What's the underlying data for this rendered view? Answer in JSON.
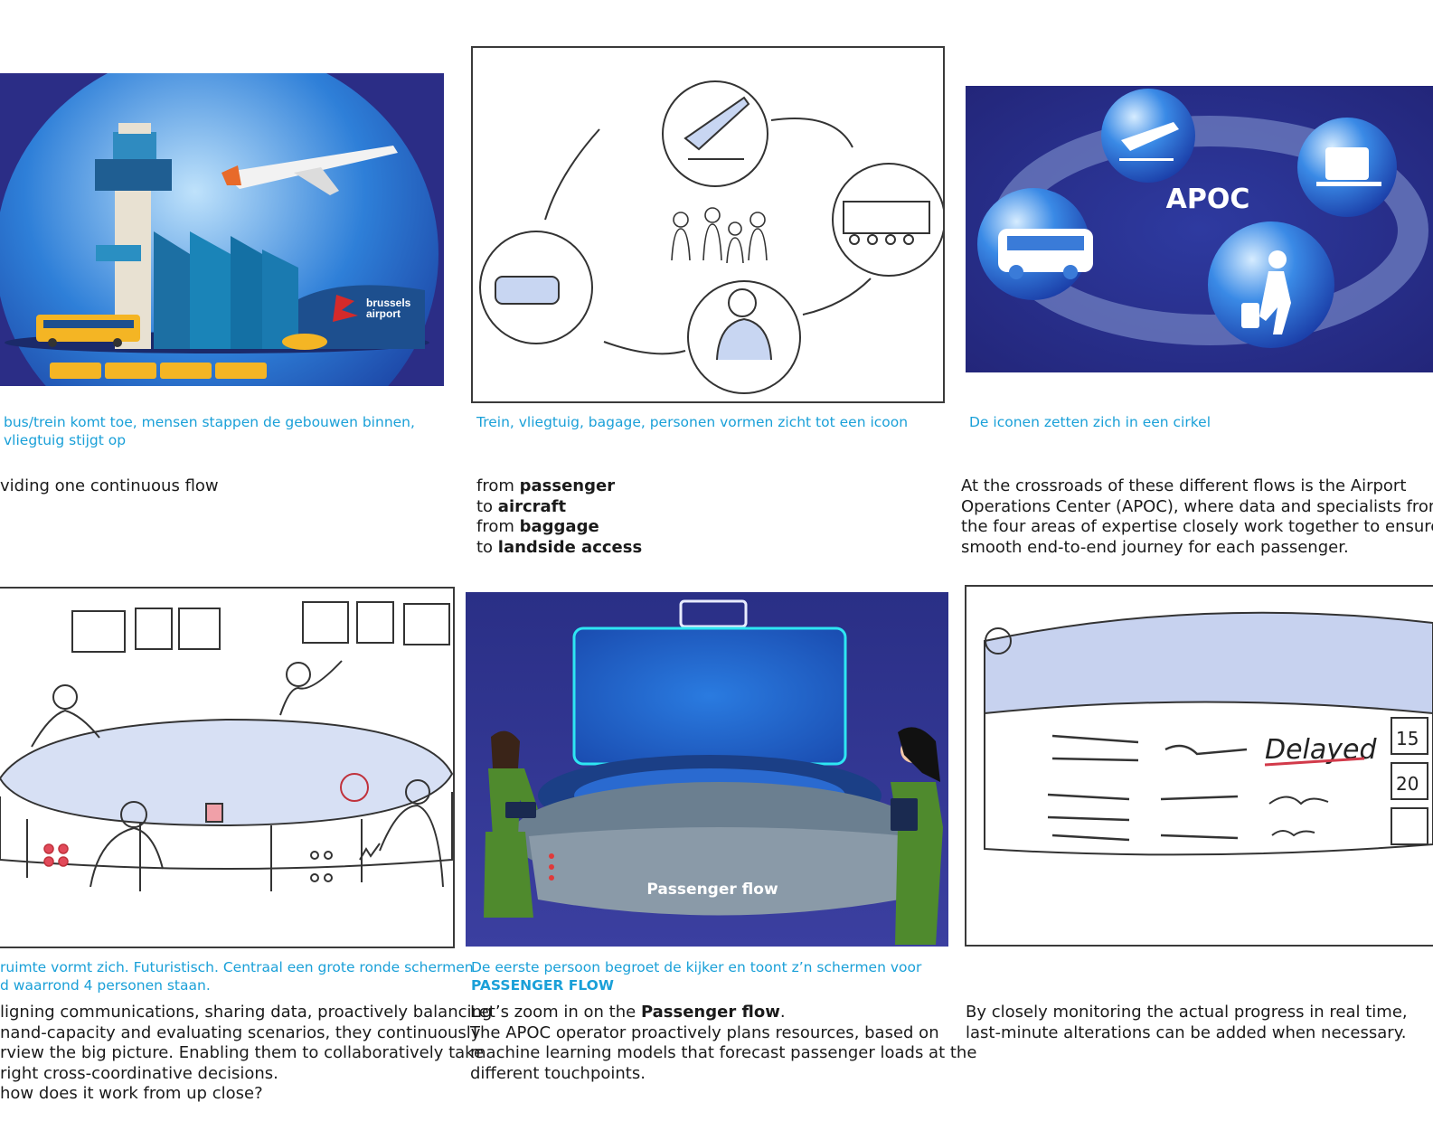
{
  "panels": [
    {
      "caption": [
        "bus/trein komt toe, mensen stappen de gebouwen binnen,",
        "vliegtuig stijgt op"
      ],
      "text": [
        "viding one continuous flow"
      ],
      "logo_text": [
        "brussels",
        "airport"
      ]
    },
    {
      "caption": [
        "Trein, vliegtuig, bagage, personen vormen zicht tot een icoon"
      ],
      "text": [
        {
          "pre": "from ",
          "bold": "passenger"
        },
        {
          "pre": "to ",
          "bold": "aircraft"
        },
        {
          "pre": "from ",
          "bold": "baggage"
        },
        {
          "pre": "to ",
          "bold": "landside access"
        }
      ]
    },
    {
      "caption": [
        "De iconen zetten zich in een cirkel"
      ],
      "ring_label": "APOC",
      "text": [
        "At the crossroads of these different flows is the Airport",
        "Operations Center (APOC), where data and specialists from",
        "the four areas of expertise closely work together to ensure a",
        "smooth end-to-end journey for each passenger."
      ]
    },
    {
      "caption": [
        "ruimte vormt zich. Futuristisch. Centraal een grote ronde schermen",
        "d waarrond 4 personen staan."
      ],
      "text": [
        "ligning communications, sharing data, proactively balancing",
        "nand-capacity and evaluating scenarios, they continuously",
        "rview the big picture. Enabling them to collaboratively take",
        "right cross-coordinative decisions.",
        "how does it work from up close?"
      ]
    },
    {
      "caption": [
        "De eerste persoon begroet de kijker en toont z’n schermen voor",
        "PASSENGER FLOW"
      ],
      "console_label": "Passenger flow",
      "text_intro_pre": "Let’s zoom in on the ",
      "text_intro_bold": "Passenger flow",
      "text_intro_post": ".",
      "text": [
        "The APOC operator proactively plans resources, based on",
        "machine learning models that forecast passenger loads at the",
        "different touchpoints."
      ]
    },
    {
      "caption": [],
      "sketch_words": [
        "Delayed",
        "15",
        "20"
      ],
      "text": [
        "By closely monitoring the actual progress in real time,",
        "last-minute alterations can be added when necessary."
      ]
    }
  ],
  "colors": {
    "caption": "#1aa0d8",
    "navy": "#2a2f86",
    "globe": "#1e63c8",
    "green": "#4f8a2d"
  }
}
